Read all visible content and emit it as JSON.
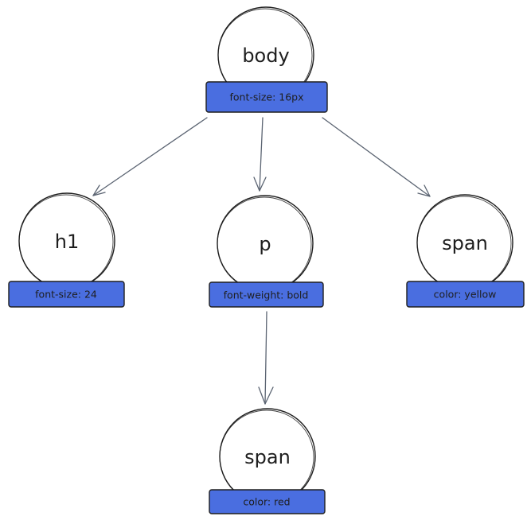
{
  "diagram": {
    "nodes": {
      "body": {
        "label": "body",
        "style": "font-size: 16px"
      },
      "h1": {
        "label": "h1",
        "style": "font-size: 24"
      },
      "p": {
        "label": "p",
        "style": "font-weight: bold"
      },
      "span_right": {
        "label": "span",
        "style": "color: yellow"
      },
      "span_bottom": {
        "label": "span",
        "style": "color: red"
      }
    },
    "edges": [
      {
        "from": "body",
        "to": "h1"
      },
      {
        "from": "body",
        "to": "p"
      },
      {
        "from": "body",
        "to": "span_right"
      },
      {
        "from": "p",
        "to": "span_bottom"
      }
    ],
    "colors": {
      "badge_fill": "#4a6ee0",
      "stroke": "#1e1e1e",
      "arrow": "#5b6472"
    }
  }
}
